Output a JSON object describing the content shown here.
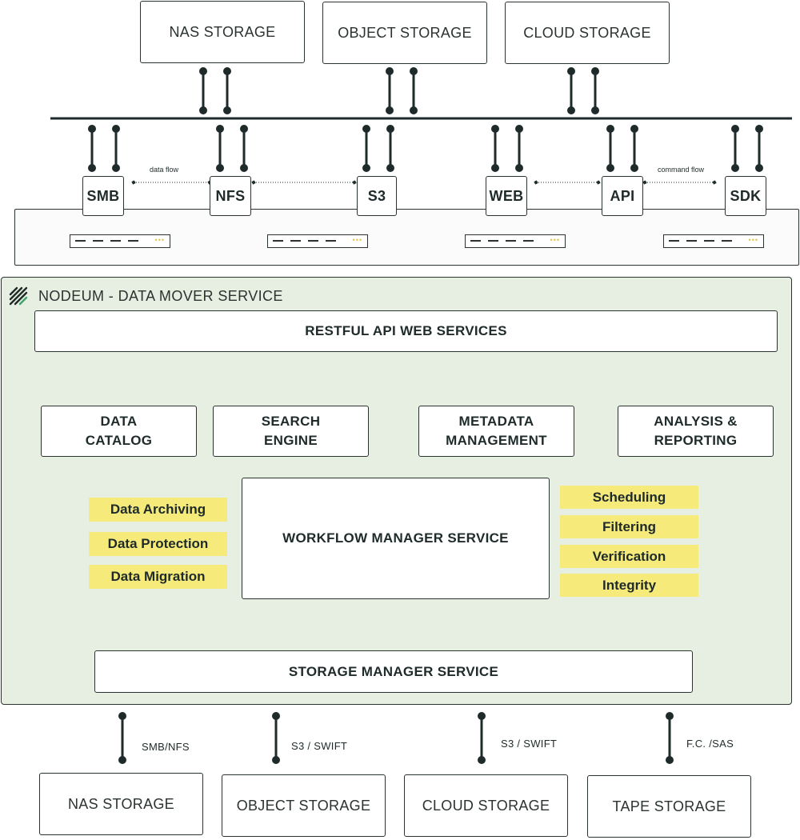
{
  "top_storage": [
    "NAS STORAGE",
    "OBJECT STORAGE",
    "CLOUD STORAGE"
  ],
  "protocols": [
    "SMB",
    "NFS",
    "S3",
    "WEB",
    "API",
    "SDK"
  ],
  "flow_labels": {
    "data_flow": "data flow",
    "command_flow": "command flow"
  },
  "service": {
    "title": "NODEUM - DATA MOVER SERVICE",
    "restful_api": "RESTFUL API WEB SERVICES",
    "modules": [
      [
        "DATA",
        "CATALOG"
      ],
      [
        "SEARCH",
        "ENGINE"
      ],
      [
        "METADATA",
        "MANAGEMENT"
      ],
      [
        "ANALYSIS &",
        "REPORTING"
      ]
    ],
    "workflow_manager": "WORKFLOW MANAGER SERVICE",
    "storage_manager": "STORAGE MANAGER SERVICE",
    "left_features": [
      "Data Archiving",
      "Data Protection",
      "Data Migration"
    ],
    "right_features": [
      "Scheduling",
      "Filtering",
      "Verification",
      "Integrity"
    ]
  },
  "connections": [
    "SMB/NFS",
    "S3 / SWIFT",
    "S3 / SWIFT",
    "F.C. /SAS"
  ],
  "bottom_storage": [
    "NAS STORAGE",
    "OBJECT STORAGE",
    "CLOUD STORAGE",
    "TAPE STORAGE"
  ],
  "colors": {
    "panel_bg": "#e6efe1",
    "highlight": "#f6ea7a",
    "line": "#1e2b2a",
    "dots": "#e0c34a"
  }
}
